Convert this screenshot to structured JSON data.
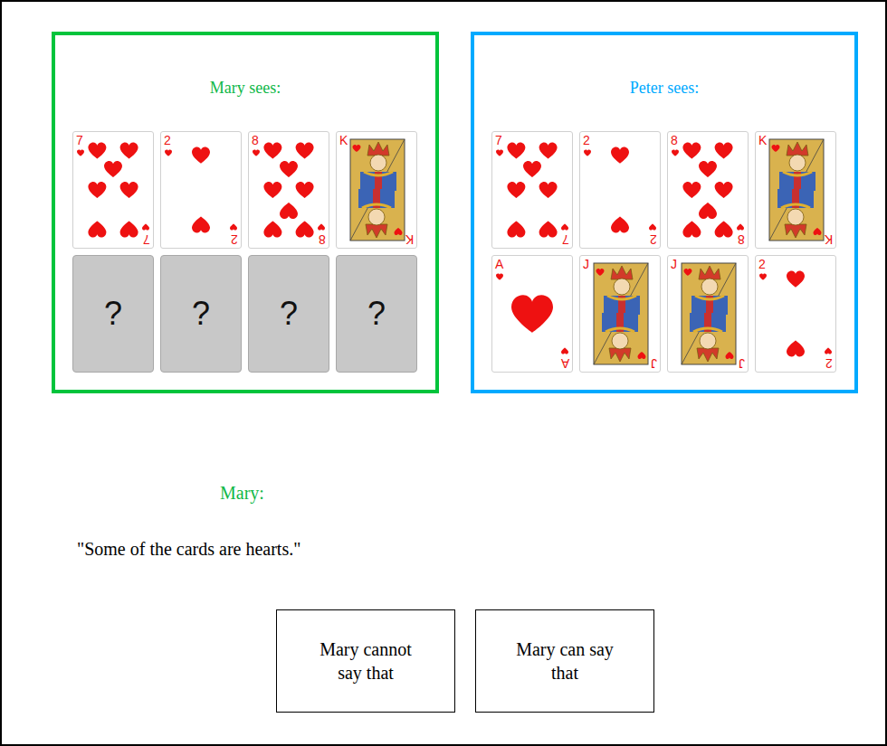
{
  "diagram": {
    "nodes": [
      {
        "text": [
          "Mary sees:"
        ]
      },
      {
        "text": [
          "7",
          "7"
        ],
        "in": 0
      },
      {
        "text": [
          "2",
          "2"
        ],
        "in": 0
      },
      {
        "text": [
          "8",
          "8"
        ],
        "in": 0
      },
      {
        "text": [
          "K",
          "K"
        ],
        "in": 0
      },
      {
        "text": [
          "?"
        ],
        "in": 0
      },
      {
        "text": [
          "?"
        ],
        "in": 0
      },
      {
        "text": [
          "?"
        ],
        "in": 0
      },
      {
        "text": [
          "?"
        ],
        "in": 0
      },
      {
        "text": [
          "Peter sees:"
        ]
      },
      {
        "text": [
          "7",
          "7"
        ],
        "in": 9
      },
      {
        "text": [
          "2",
          "2"
        ],
        "in": 9
      },
      {
        "text": [
          "8",
          "8"
        ],
        "in": 9
      },
      {
        "text": [
          "K",
          "K"
        ],
        "in": 9
      },
      {
        "text": [
          "A",
          "A"
        ],
        "in": 9
      },
      {
        "text": [
          "J",
          "J"
        ],
        "in": 9
      },
      {
        "text": [
          "J",
          "J"
        ],
        "in": 9
      },
      {
        "text": [
          "2",
          "2"
        ],
        "in": 9
      },
      {
        "text": [
          "Mary cannot say that"
        ]
      },
      {
        "text": [
          "Mary can say that"
        ]
      }
    ],
    "labels": [
      "Mary:",
      "\"Some of the cards are hearts.\""
    ]
  }
}
